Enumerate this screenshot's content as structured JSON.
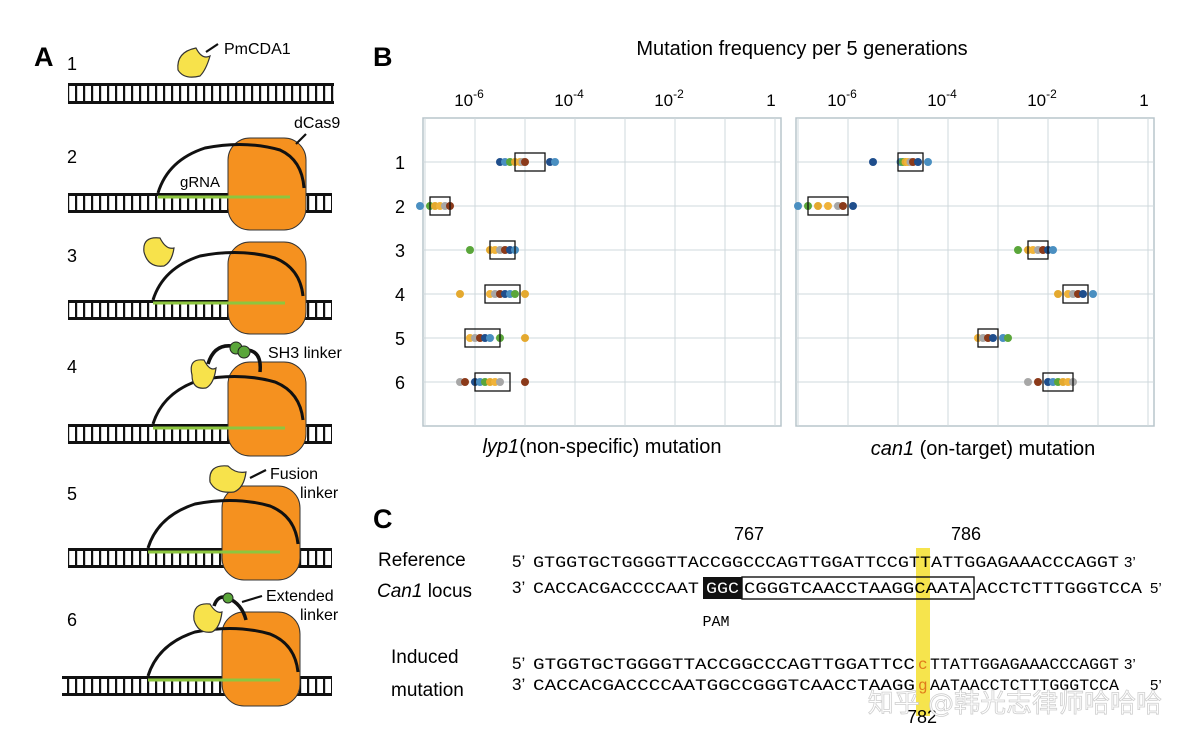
{
  "panelA": {
    "label": "A",
    "steps": [
      "1",
      "2",
      "3",
      "4",
      "5",
      "6"
    ],
    "labels": {
      "pmcda1": "PmCDA1",
      "dcas9": "dCas9",
      "grna": "gRNA",
      "sh3": "SH3 linker",
      "fusion_1": "Fusion",
      "fusion_2": "linker",
      "extended_1": "Extended",
      "extended_2": "linker"
    }
  },
  "panelB": {
    "label": "B",
    "top_title": "Mutation frequency per 5 generations",
    "axis_exponents": [
      "-6",
      "-4",
      "-2"
    ],
    "axis_base": "10",
    "axis_one": "1",
    "rows": [
      "1",
      "2",
      "3",
      "4",
      "5",
      "6"
    ],
    "left_xlabel_italic": "lyp1",
    "left_xlabel_rest": "(non-specific) mutation",
    "right_xlabel_italic": "can1",
    "right_xlabel_rest": " (on-target) mutation",
    "dot_colors": [
      "#1f4e8c",
      "#4a8fc1",
      "#5aa63a",
      "#e4a92f",
      "#f0b33a",
      "#a7a7a7",
      "#8b3a1a"
    ]
  },
  "chart_data": {
    "type": "scatter",
    "title": "Mutation frequency per 5 generations",
    "x_scale": "log10",
    "xlim": [
      "1e-7",
      "1"
    ],
    "series": [
      {
        "name": "lyp1 (non-specific) mutation",
        "rows": [
          {
            "row": "1",
            "box_log10": [
              -5.2,
              -4.6
            ],
            "points_log10": [
              -5.5,
              -5.4,
              -5.3,
              -5.2,
              -5.1,
              -5.05,
              -5.0,
              -4.5,
              -4.4
            ]
          },
          {
            "row": "2",
            "box_log10": [
              -6.9,
              -6.5
            ],
            "points_log10": [
              -7.1,
              -6.9,
              -6.8,
              -6.7,
              -6.6,
              -6.5
            ]
          },
          {
            "row": "3",
            "box_log10": [
              -5.7,
              -5.2
            ],
            "points_log10": [
              -6.1,
              -5.7,
              -5.6,
              -5.5,
              -5.4,
              -5.3,
              -5.2
            ]
          },
          {
            "row": "4",
            "box_log10": [
              -5.8,
              -5.1
            ],
            "points_log10": [
              -6.3,
              -5.7,
              -5.6,
              -5.5,
              -5.4,
              -5.3,
              -5.2,
              -5.0
            ]
          },
          {
            "row": "5",
            "box_log10": [
              -6.2,
              -5.5
            ],
            "points_log10": [
              -6.1,
              -6.0,
              -5.9,
              -5.8,
              -5.7,
              -5.5,
              -5.0
            ]
          },
          {
            "row": "6",
            "box_log10": [
              -6.0,
              -5.3
            ],
            "points_log10": [
              -6.3,
              -6.2,
              -6.0,
              -5.9,
              -5.8,
              -5.7,
              -5.6,
              -5.5,
              -5.0
            ]
          }
        ]
      },
      {
        "name": "can1 (on-target) mutation",
        "rows": [
          {
            "row": "1",
            "box_log10": [
              -5.0,
              -4.5
            ],
            "points_log10": [
              -5.5,
              -4.95,
              -4.9,
              -4.85,
              -4.8,
              -4.75,
              -4.7,
              -4.6,
              -4.4
            ]
          },
          {
            "row": "2",
            "box_log10": [
              -6.8,
              -6.0
            ],
            "points_log10": [
              -7.0,
              -6.8,
              -6.6,
              -6.4,
              -6.2,
              -6.1,
              -5.9
            ]
          },
          {
            "row": "3",
            "box_log10": [
              -2.4,
              -2.0
            ],
            "points_log10": [
              -2.6,
              -2.4,
              -2.3,
              -2.2,
              -2.1,
              -2.0,
              -1.9
            ]
          },
          {
            "row": "4",
            "box_log10": [
              -1.7,
              -1.2
            ],
            "points_log10": [
              -1.8,
              -1.6,
              -1.5,
              -1.4,
              -1.3,
              -1.1
            ]
          },
          {
            "row": "5",
            "box_log10": [
              -3.4,
              -3.0
            ],
            "points_log10": [
              -3.4,
              -3.3,
              -3.2,
              -3.1,
              -2.9,
              -2.8
            ]
          },
          {
            "row": "6",
            "box_log10": [
              -2.1,
              -1.5
            ],
            "points_log10": [
              -2.4,
              -2.2,
              -2.0,
              -1.9,
              -1.8,
              -1.7,
              -1.6,
              -1.5
            ]
          }
        ]
      }
    ]
  },
  "panelC": {
    "label": "C",
    "pos_767": "767",
    "pos_786": "786",
    "pos_782": "782",
    "reference_1": "Reference",
    "reference_2": "Can1",
    "reference_3": " locus",
    "induced_1": "Induced",
    "induced_2": "mutation",
    "five_prime": "5’",
    "three_prime": "3’",
    "ref_top": "GTGGTGCTGGGGTTACCGGCCCAGTTGGATTCCGTTATTGGAGAAACCCAGGT",
    "ref_bot_pre": "CACCACGACCCCAAT",
    "ref_bot_pam": "GGC",
    "ref_bot_target": "CGGGTCAACCTAAGGCAATA",
    "ref_bot_post": "ACCTCTTTGGGTCCA",
    "pam": "PAM",
    "mut_top_pre": "GTGGTGCTGGGGTTACCGGCCCAGTTGGATTCC",
    "mut_top_base": "c",
    "mut_top_post": "TTATTGGAGAAACCCAGGT",
    "mut_bot_pre": "CACCACGACCCCAATGGCCGGGTCAACCTAAGG",
    "mut_bot_base": "g",
    "mut_bot_post": "AATAACCTCTTTGGGTCCA",
    "highlight_color": "#f5e13a",
    "mutation_color": "#e07b1a"
  },
  "watermark": "知乎 @韩光志律师哈哈哈"
}
